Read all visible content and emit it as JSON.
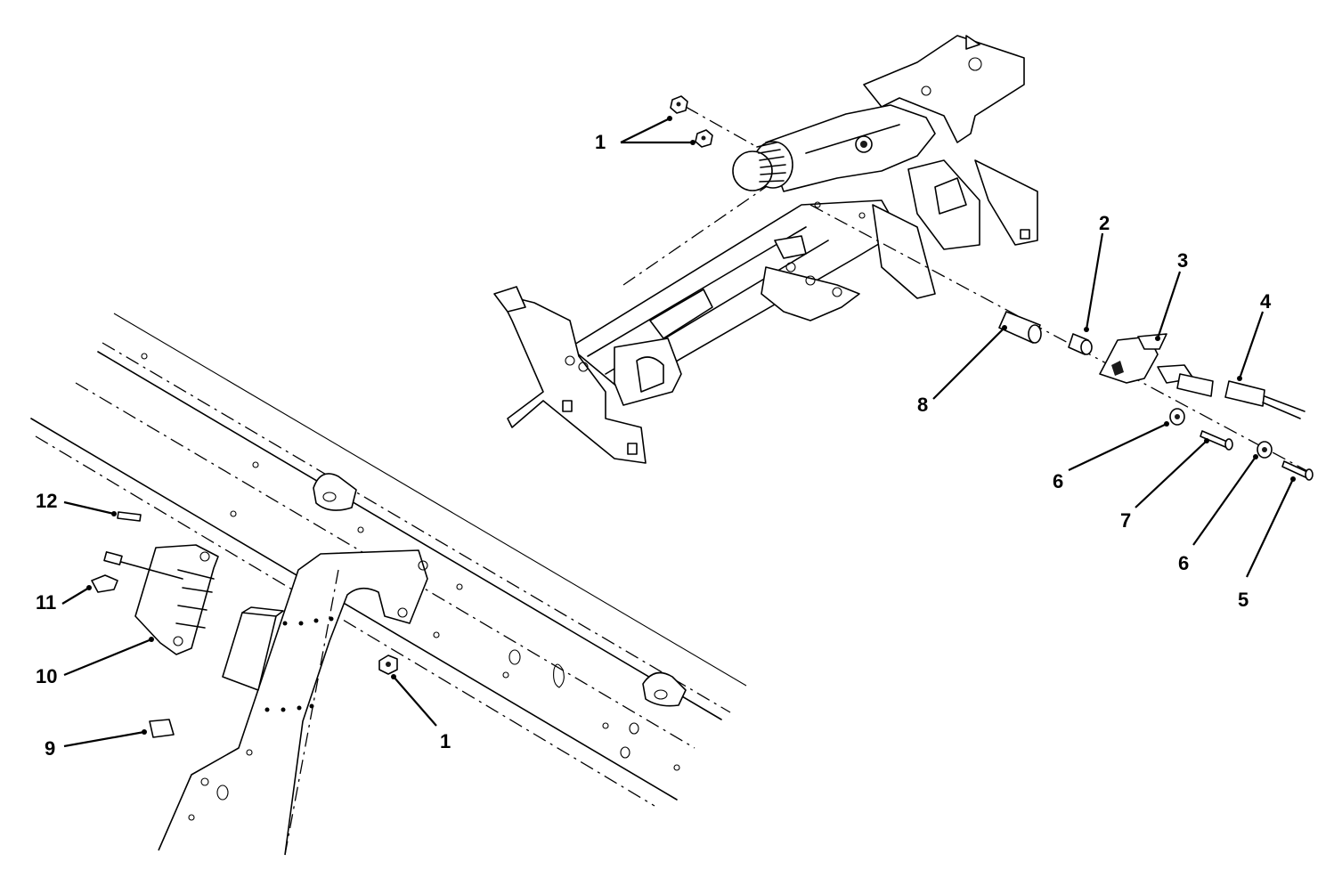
{
  "callouts": {
    "c1_top": "1",
    "c2": "2",
    "c3": "3",
    "c4": "4",
    "c5": "5",
    "c6_left": "6",
    "c7": "7",
    "c6_right": "6",
    "c8": "8",
    "c12": "12",
    "c11": "11",
    "c10": "10",
    "c9": "9",
    "c1_bottom": "1"
  }
}
